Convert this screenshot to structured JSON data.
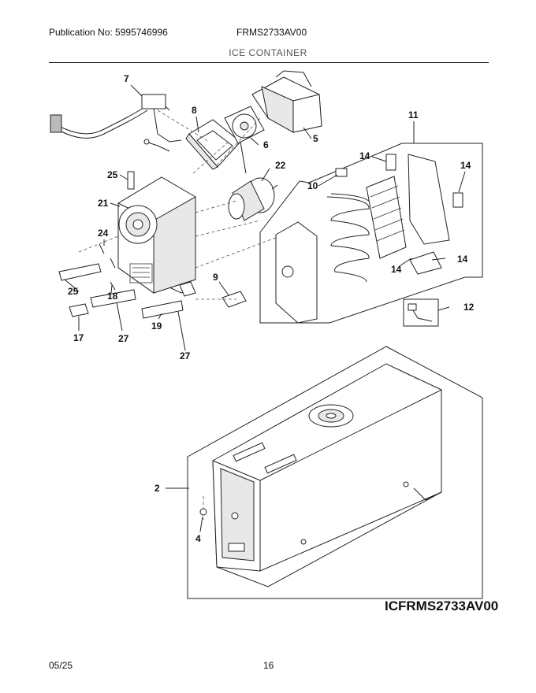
{
  "header": {
    "publication": "Publication No: 5995746996",
    "model": "FRMS2733AV00",
    "section": "ICE CONTAINER"
  },
  "footer": {
    "date": "05/25",
    "page": "16"
  },
  "diagram_code": "ICFRMS2733AV00",
  "callouts": {
    "c7": "7",
    "c8": "8",
    "c6": "6",
    "c5": "5",
    "c11": "11",
    "c25a": "25",
    "c22": "22",
    "c14a": "14",
    "c14b": "14",
    "c10": "10",
    "c21": "21",
    "c24": "24",
    "c9": "9",
    "c25b": "25",
    "c18": "18",
    "c14c": "14",
    "c14d": "14",
    "c12": "12",
    "c17": "17",
    "c27a": "27",
    "c19": "19",
    "c27b": "27",
    "c2": "2",
    "c4": "4"
  }
}
